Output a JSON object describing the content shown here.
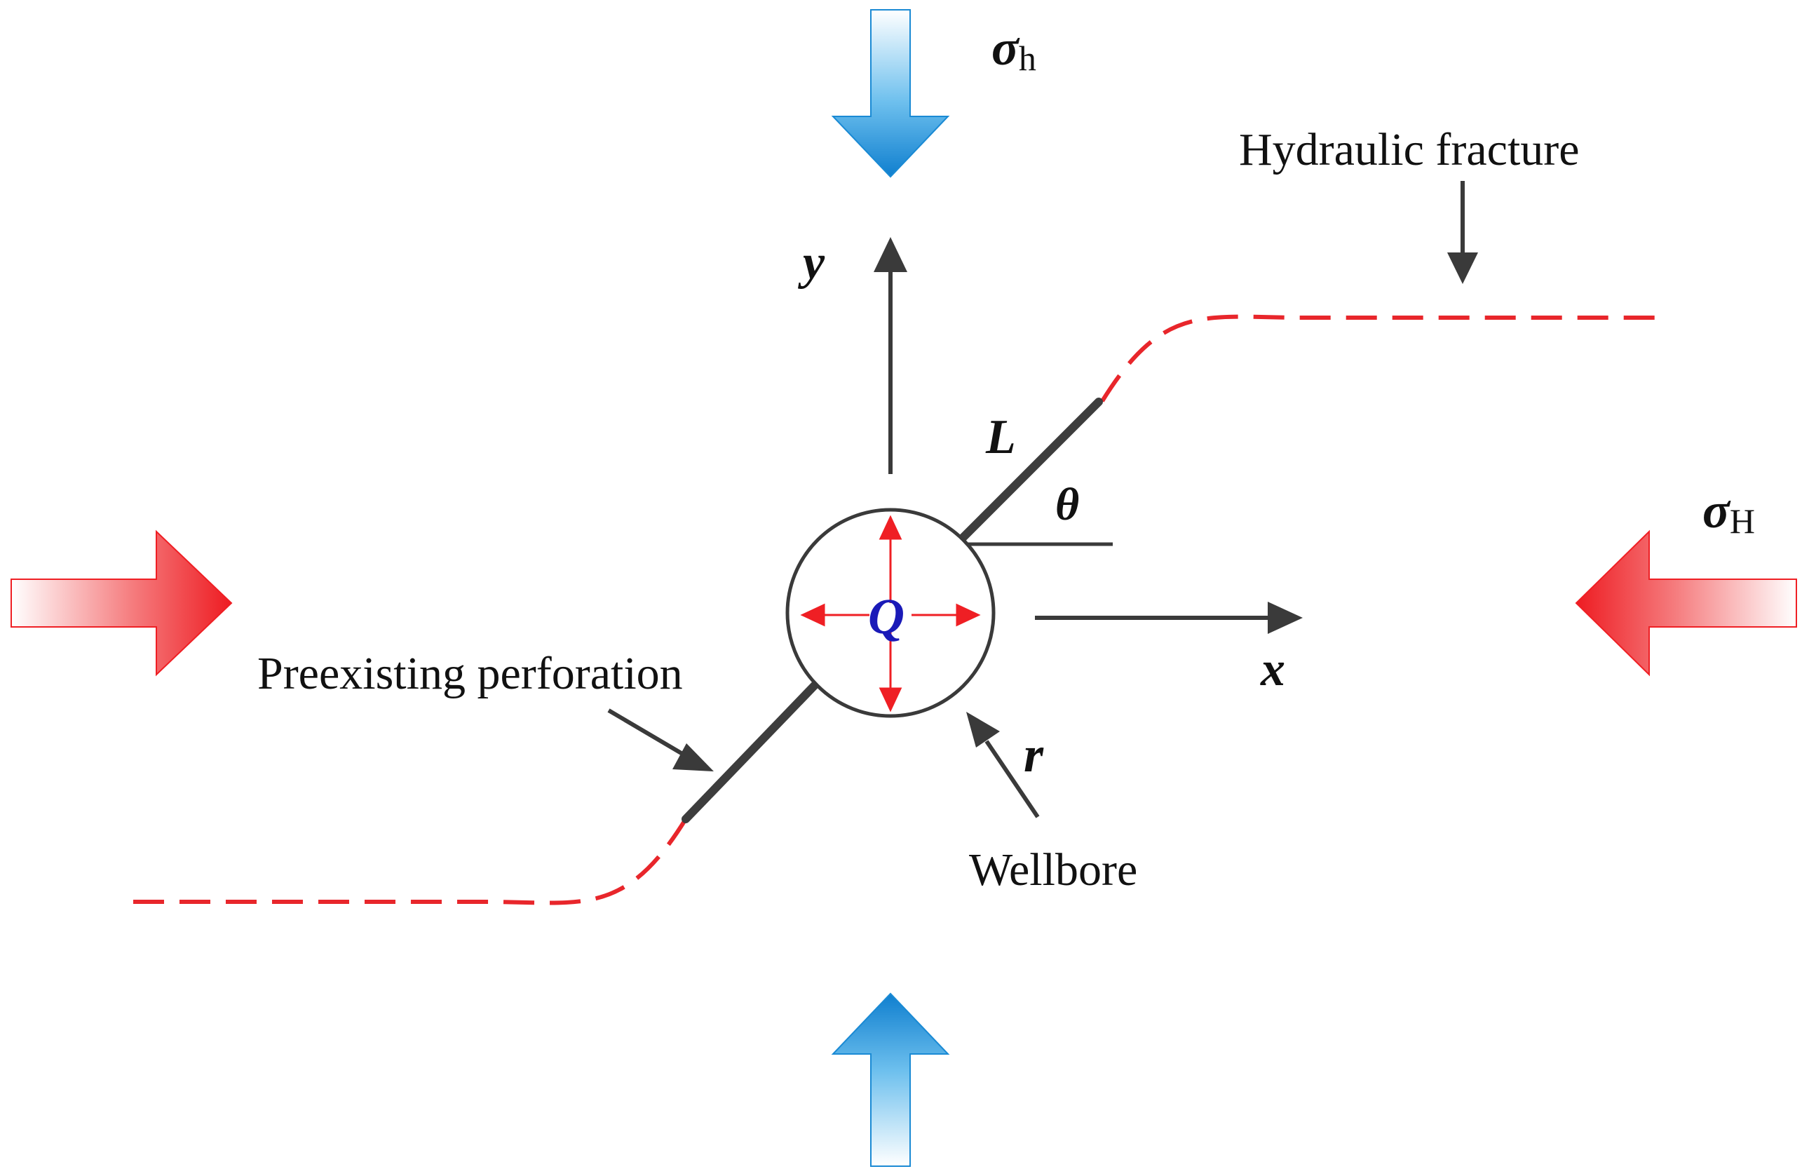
{
  "labels": {
    "sigma_h": {
      "symbol": "σ",
      "subscript": "h"
    },
    "sigma_H": {
      "symbol": "σ",
      "subscript": "H"
    },
    "y_axis": "y",
    "x_axis": "x",
    "length": "L",
    "angle": "θ",
    "flow_rate": "Q",
    "radius": "r",
    "hydraulic_fracture": "Hydraulic fracture",
    "preexisting_perforation": "Preexisting perforation",
    "wellbore": "Wellbore"
  },
  "colors": {
    "min_stress_arrow": "#1a8ad4",
    "max_stress_arrow": "#ef1f24",
    "fracture_dash": "#e8262b",
    "flow_label": "#1a1ab8",
    "axis": "#3a3a3a",
    "perforation": "#3d3d3d"
  }
}
